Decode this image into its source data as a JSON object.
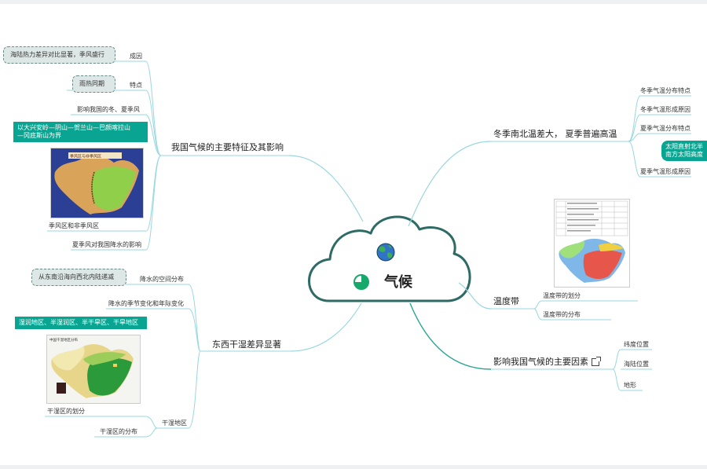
{
  "central": {
    "title": "气候"
  },
  "left_top": {
    "title": "我国气候的主要特征及其影响",
    "cause_label": "成因",
    "cause_note": "海陆热力差异对比显著，季风盛行",
    "feature_label": "特点",
    "feature_note": "雨热同期",
    "influence_label": "影响我国的冬、夏季风",
    "boundary_note_line1": "以大兴安岭—阴山—贺兰山—巴颜喀拉山",
    "boundary_note_line2": "—冈底斯山为界",
    "map_title": "季风区与非季风区",
    "monsoon_zone_label": "季风区和非季风区",
    "summer_monsoon_label": "夏季风对我国降水的影响"
  },
  "left_bottom": {
    "title": "东西干湿差异显著",
    "spatial_label": "降水的空间分布",
    "spatial_note": "从东南沿海向西北内陆递减",
    "seasonal_label": "降水的季节变化和年际变化",
    "zone_note": "湿润地区、半湿润区、半干旱区、干旱地区",
    "map_title": "中国干湿地区分布",
    "division_label": "干湿区的划分",
    "region_label": "干湿地区",
    "distribution_label": "干湿区的分布"
  },
  "right_top": {
    "title": "冬季南北温差大， 夏季普遍高温",
    "items": [
      "冬季气温分布特点",
      "冬季气温形成原因",
      "夏季气温分布特点",
      "夏季气温形成原因"
    ],
    "sun_note_line1": "太阳直射北半",
    "sun_note_line2": "南方太阳高度"
  },
  "right_mid": {
    "title": "温度带",
    "items": [
      "温度带的划分",
      "温度带的分布"
    ]
  },
  "right_bottom": {
    "title": "影响我国气候的主要因素",
    "items": [
      "纬度位置",
      "海陆位置",
      "地形"
    ]
  },
  "colors": {
    "edge": "#9ad7df",
    "teal": "#0aa592",
    "cloud_stroke": "#2e6b64",
    "dash_fill": "#dde7e5"
  }
}
